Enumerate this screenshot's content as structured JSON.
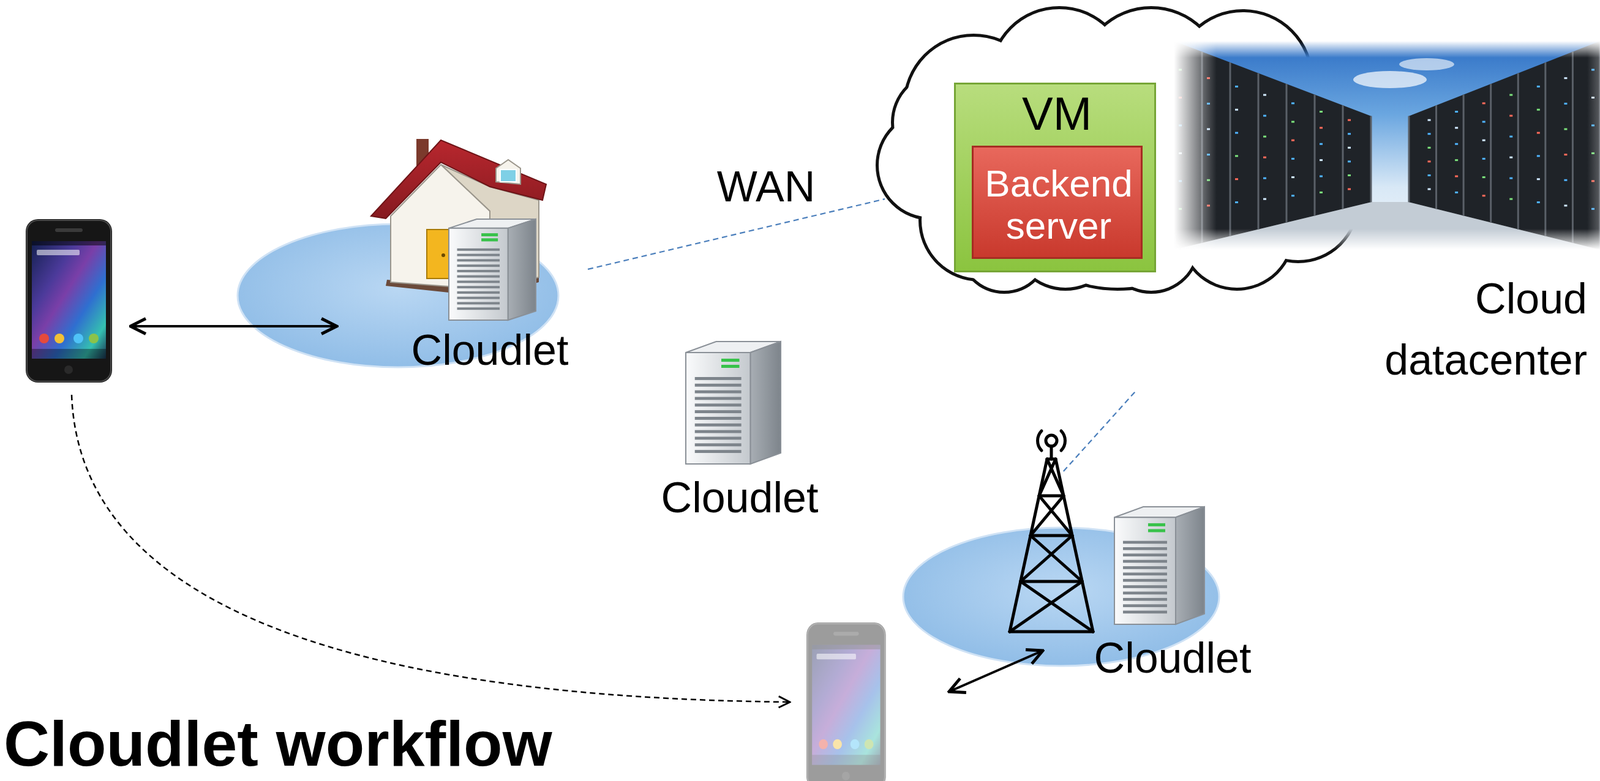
{
  "diagram": {
    "title": "Cloudlet workflow",
    "nodes": [
      {
        "text": [
          "Cloudlet"
        ]
      },
      {
        "text": [
          "Cloud datacenter"
        ]
      },
      {
        "text": [
          "VM"
        ],
        "in": 1
      },
      {
        "text": [
          "Backend server"
        ],
        "in": 2
      },
      {
        "text": [
          "Cloudlet"
        ]
      },
      {
        "text": [
          "Cloudlet"
        ]
      }
    ],
    "edges": [
      {
        "from": 0,
        "to": 1,
        "label": "WAN",
        "arrow": "none"
      },
      {
        "from": 5,
        "to": 1,
        "arrow": "none"
      }
    ]
  }
}
